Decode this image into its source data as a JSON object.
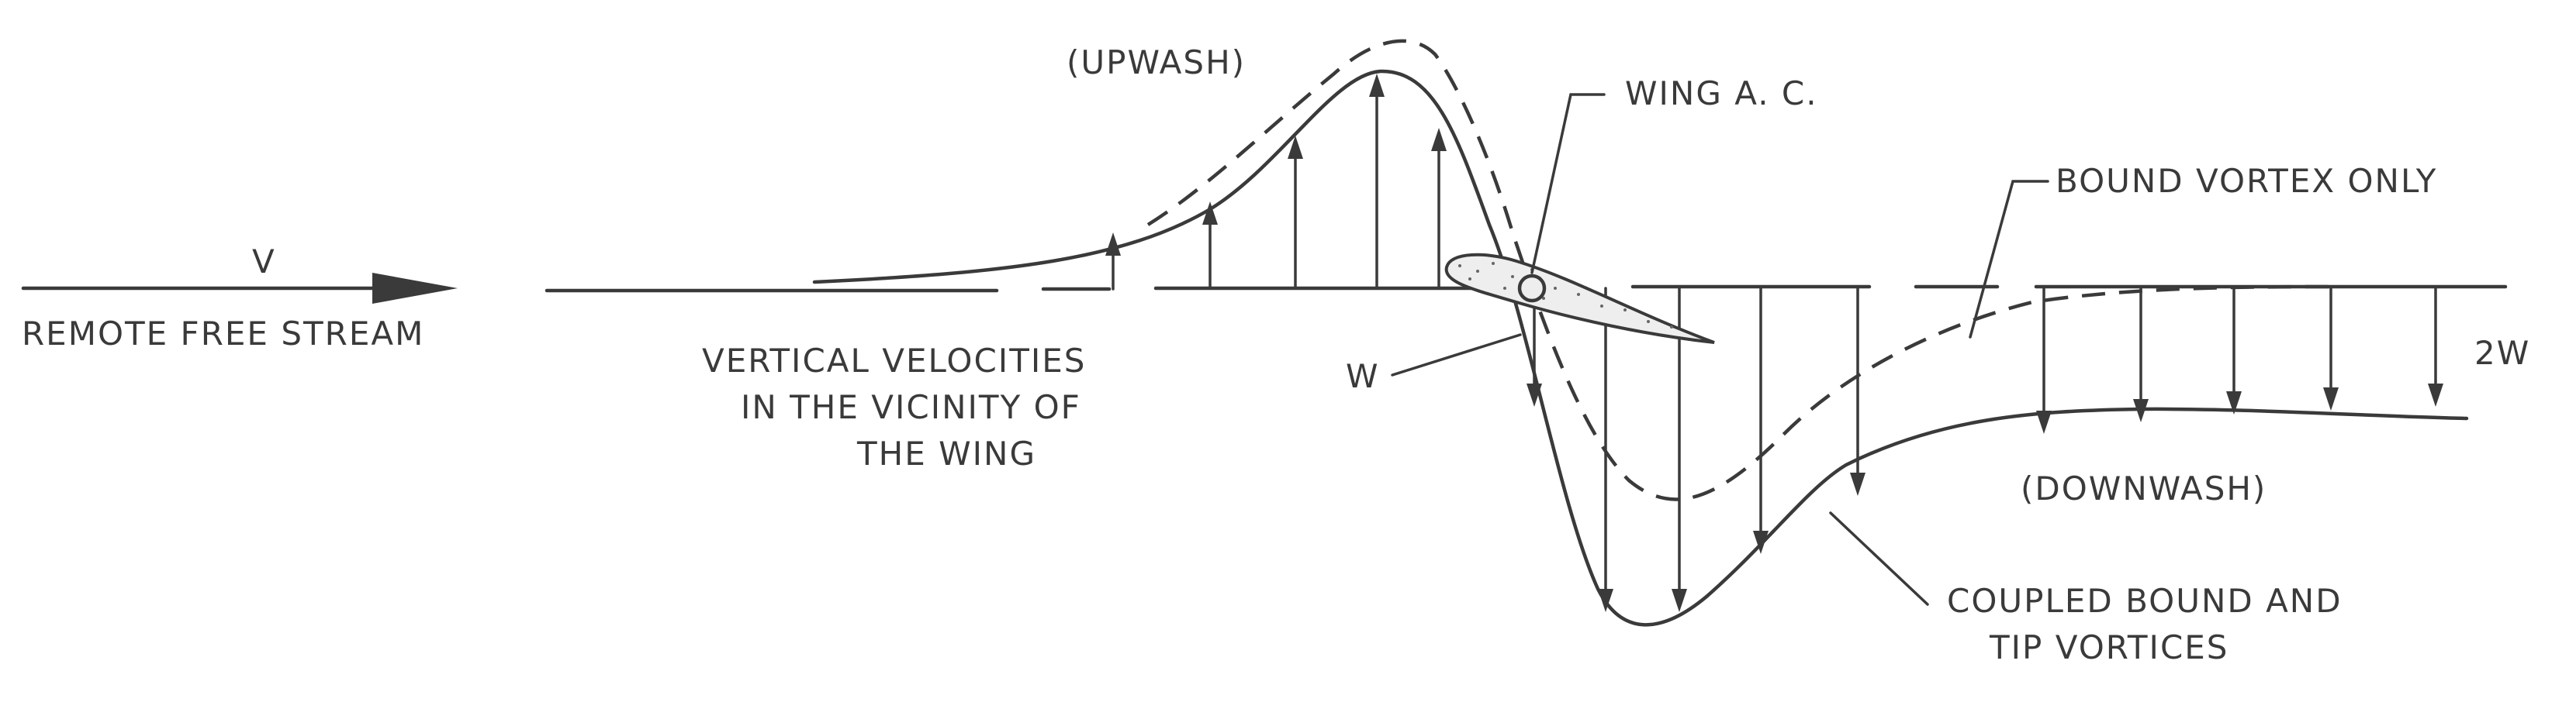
{
  "labels": {
    "v": "V",
    "remote_free_stream": "REMOTE FREE STREAM",
    "upwash": "(UPWASH)",
    "vertical_velocities": [
      "VERTICAL VELOCITIES",
      "IN THE VICINITY OF",
      "THE WING"
    ],
    "wing_ac": "WING A. C.",
    "bound_vortex_only": "BOUND VORTEX ONLY",
    "w": "W",
    "two_w": "2W",
    "downwash": "(DOWNWASH)",
    "coupled": [
      "COUPLED BOUND AND",
      "TIP VORTICES"
    ]
  }
}
